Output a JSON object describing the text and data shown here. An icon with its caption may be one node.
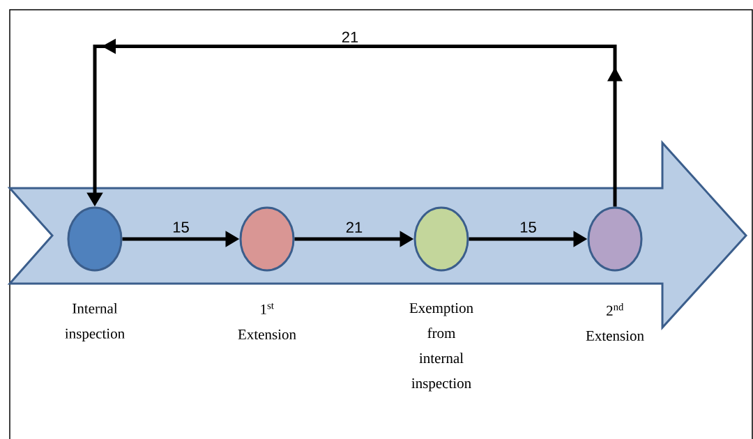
{
  "diagram": {
    "nodes": [
      {
        "text": [],
        "shape": "arrow"
      },
      {
        "text": [
          "Internal inspection"
        ],
        "in": 0
      },
      {
        "text": [
          "1$^{st}$ Extension"
        ],
        "in": 0
      },
      {
        "text": [
          "Exemption from internal inspection"
        ],
        "in": 0
      },
      {
        "text": [
          "2$^{nd}$ Extension"
        ],
        "in": 0
      }
    ],
    "edges": [
      {
        "from": 1,
        "to": 2,
        "arrow": "to",
        "label": "15"
      },
      {
        "from": 2,
        "to": 3,
        "arrow": "to",
        "label": "21"
      },
      {
        "from": 3,
        "to": 4,
        "arrow": "to",
        "label": "15"
      },
      {
        "from": 4,
        "to": 1,
        "arrow": "to",
        "label": "21"
      }
    ]
  }
}
